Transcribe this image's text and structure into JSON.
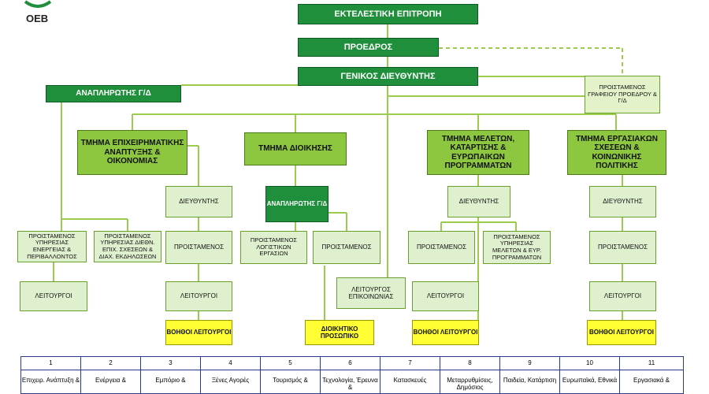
{
  "logo": {
    "text": "ΟΕΒ"
  },
  "boxes": {
    "executive": "ΕΚΤΕΛΕΣΤΙΚΗ ΕΠΙΤΡΟΠΗ",
    "president": "ΠΡΟΕΔΡΟΣ",
    "general_director": "ΓΕΝΙΚΟΣ ΔΙΕΥΘΥΝΤΗΣ",
    "deputy_gd": "ΑΝΑΠΛΗΡΩΤΗΣ Γ/Δ",
    "office_head": "ΠΡΟΙΣΤΑΜΕΝΟΣ ΓΡΑΦΕΙΟΥ ΠΡΟΕΔΡΟΥ & Γ/Δ",
    "dept_business": "ΤΜΗΜΑ ΕΠΙΧΕΙΡΗΜΑΤΙΚΗΣ ΑΝΑΠΤΥΞΗΣ & ΟΙΚΟΝΟΜΙΑΣ",
    "dept_admin": "ΤΜΗΜΑ ΔΙΟΙΚΗΣΗΣ",
    "dept_studies": "ΤΜΗΜΑ ΜΕΛΕΤΩΝ, ΚΑΤΑΡΤΙΣΗΣ & ΕΥΡΩΠΑΙΚΩΝ ΠΡΟΓΡΑΜΜΑΤΩΝ",
    "dept_labour": "ΤΜΗΜΑ ΕΡΓΑΣΙΑΚΩΝ ΣΧΕΣΕΩΝ & ΚΟΙΝΩΝΙΚΗΣ ΠΟΛΙΤΙΚΗΣ",
    "director": "ΔΙΕΥΘΥΝΤΗΣ",
    "deputy_gd_small": "ΑΝΑΠΛΗΡΩΤΗΣ Γ/Δ",
    "head": "ΠΡΟΙΣΤΑΜΕΝΟΣ",
    "head_energy": "ΠΡΟΙΣΤΑΜΕΝΟΣ ΥΠΗΡΕΣΙΑΣ ΕΝΕΡΓΕΙΑΣ & ΠΕΡΙΒΑΛΛΟΝΤΟΣ",
    "head_intl": "ΠΡΟΙΣΤΑΜΕΝΟΣ ΥΠΗΡΕΣΙΑΣ ΔΙΕΘΝ. ΕΠΙΧ. ΣΧΕΣΕΩΝ & ΔΙΑΧ. ΕΚΔΗΛΩΣΕΩΝ",
    "head_accounting": "ΠΡΟΙΣΤΑΜΕΝΟΣ ΛΟΓΙΣΤΙΚΩΝ ΕΡΓΑΣΙΩΝ",
    "head_studies": "ΠΡΟΙΣΤΑΜΕΝΟΣ ΥΠΗΡΕΣΙΑΣ ΜΕΛΕΤΩΝ & ΕΥΡ. ΠΡΟΓΡΑΜΜΑΤΩΝ",
    "officers": "ΛΕΙΤΟΥΡΓΟΙ",
    "comm_officer": "ΛΕΙΤΟΥΡΓΟΣ ΕΠΙΚΟΙΝΩΝΙΑΣ",
    "assistant_officers": "ΒΟΗΘΟΙ ΛΕΙΤΟΥΡΓΟΙ",
    "admin_staff": "ΔΙΟΙΚΗΤΙΚΟ ΠΡΟΣΩΠΙΚΟ"
  },
  "bottom_table": [
    {
      "num": "1",
      "text": "Επιχειρ. Ανάπτυξη &"
    },
    {
      "num": "2",
      "text": "Ενέργεια &"
    },
    {
      "num": "3",
      "text": "Εμπόριο &"
    },
    {
      "num": "4",
      "text": "Ξένες Αγορές"
    },
    {
      "num": "5",
      "text": "Τουρισμός &"
    },
    {
      "num": "6",
      "text": "Τεχνολογία, Έρευνα &"
    },
    {
      "num": "7",
      "text": "Κατασκευές"
    },
    {
      "num": "8",
      "text": "Μεταρρυθμίσεις, Δημόσιος"
    },
    {
      "num": "9",
      "text": "Παιδεία, Κατάρτιση"
    },
    {
      "num": "10",
      "text": "Ευρωπαϊκά, Εθνικά"
    },
    {
      "num": "11",
      "text": "Εργασιακά &"
    }
  ],
  "colors": {
    "dark_green": "#1f8f3c",
    "light_green": "#8dc63f",
    "pale_green": "#e3f2c8",
    "yellow": "#ffff33",
    "line": "#9ccc4e",
    "table_border": "#2b3a8c"
  }
}
